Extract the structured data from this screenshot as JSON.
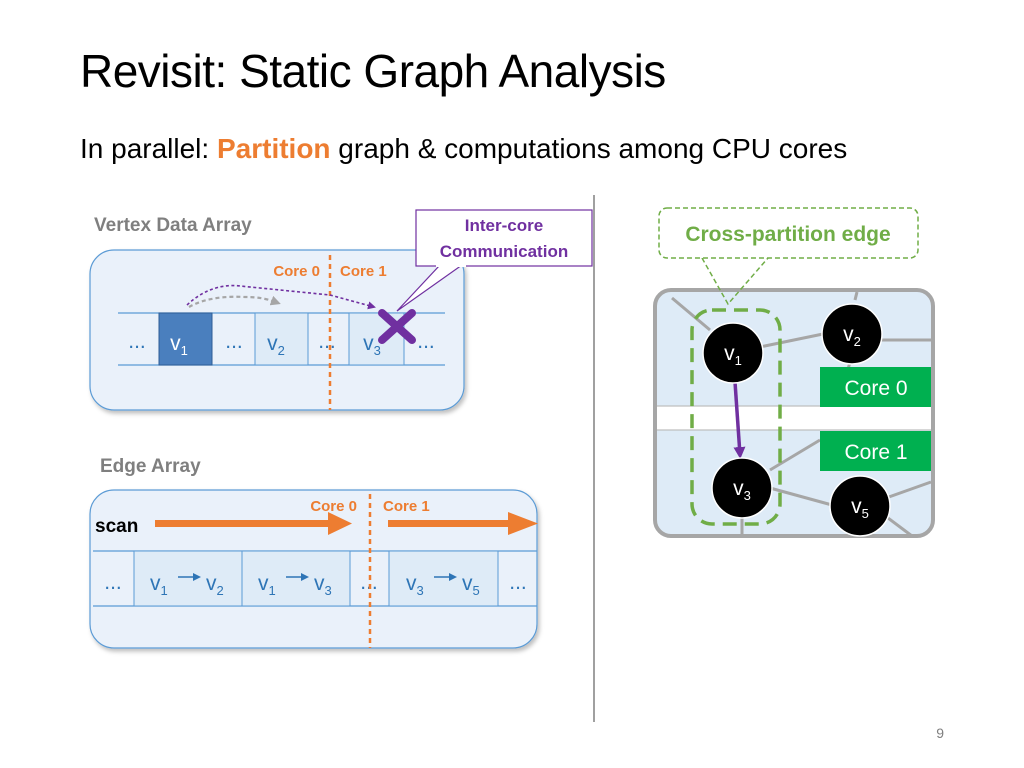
{
  "slide": {
    "title": "Revisit: Static Graph Analysis",
    "subtitle_prefix": "In parallel: ",
    "subtitle_accent": "Partition",
    "subtitle_suffix": " graph & computations among CPU cores",
    "page_number": "9"
  },
  "vertex_panel": {
    "label": "Vertex Data Array",
    "core0": "Core 0",
    "core1": "Core 1",
    "callout_line1": "Inter-core",
    "callout_line2": "Communication",
    "cells": [
      "...",
      "v",
      "...",
      "v",
      "...",
      "v",
      "..."
    ],
    "subs": [
      "1",
      "2",
      "3"
    ]
  },
  "edge_panel": {
    "label": "Edge Array",
    "scan": "scan",
    "core0": "Core 0",
    "core1": "Core 1",
    "edges": [
      {
        "from": "v",
        "from_sub": "1",
        "to": "v",
        "to_sub": "2"
      },
      {
        "from": "v",
        "from_sub": "1",
        "to": "v",
        "to_sub": "3"
      },
      {
        "from": "v",
        "from_sub": "3",
        "to": "v",
        "to_sub": "5"
      }
    ],
    "ellipsis": "..."
  },
  "graph_panel": {
    "callout": "Cross-partition edge",
    "core0": "Core 0",
    "core1": "Core 1",
    "nodes": [
      {
        "name": "v",
        "sub": "1"
      },
      {
        "name": "v",
        "sub": "2"
      },
      {
        "name": "v",
        "sub": "3"
      },
      {
        "name": "v",
        "sub": "5"
      }
    ]
  },
  "colors": {
    "orange": "#ED7D31",
    "purple": "#7030A0",
    "green": "#70AD47",
    "core_green": "#00B050",
    "blue_text": "#2E75B6",
    "panel_fill": "#DEEBF7"
  }
}
